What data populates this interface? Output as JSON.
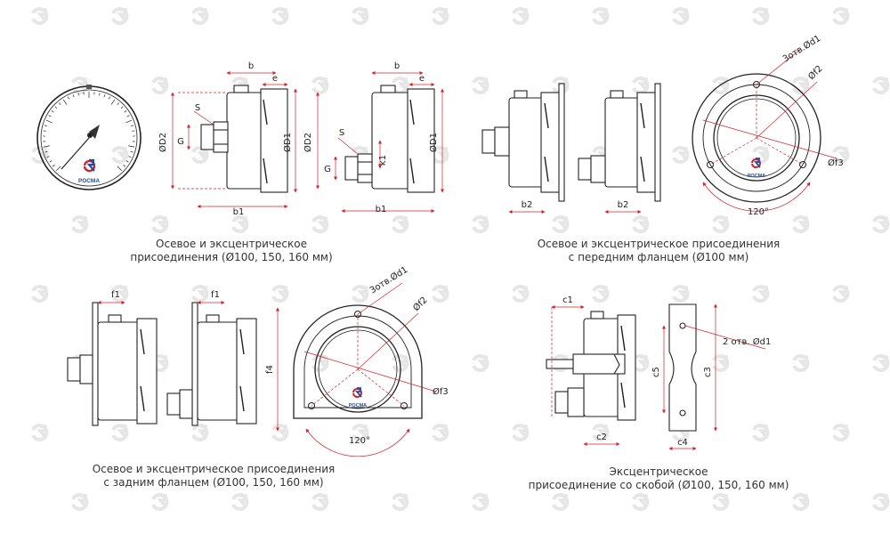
{
  "brand": {
    "name": "РОСМА",
    "red": "#d6202a",
    "blue": "#1f4fa3"
  },
  "captions": {
    "c1": [
      "Осевое и эксцентрическое",
      "присоединения (Ø100, 150, 160 мм)"
    ],
    "c2": [
      "Осевое и эксцентрическое присоединения",
      "с передним фланцем (Ø100 мм)"
    ],
    "c3": [
      "Осевое и эксцентрическое присоединения",
      "с задним фланцем (Ø100, 150, 160 мм)"
    ],
    "c4": [
      "Эксцентрическое",
      "присоединение со скобой (Ø100, 150, 160 мм)"
    ]
  },
  "labels": {
    "b": "b",
    "e": "e",
    "b1": "b1",
    "b2": "b2",
    "S": "S",
    "G": "G",
    "k1": "k1",
    "D1": "ØD1",
    "D2": "ØD2",
    "f1": "f1",
    "f4": "f4",
    "hole_d1": "3отв.Ød1",
    "f2": "Øf2",
    "f3": "Øf3",
    "angle": "120°",
    "c1": "c1",
    "c2": "c2",
    "c3": "c3",
    "c4": "c4",
    "c5": "c5",
    "holes2": "2 отв. Ød1"
  }
}
